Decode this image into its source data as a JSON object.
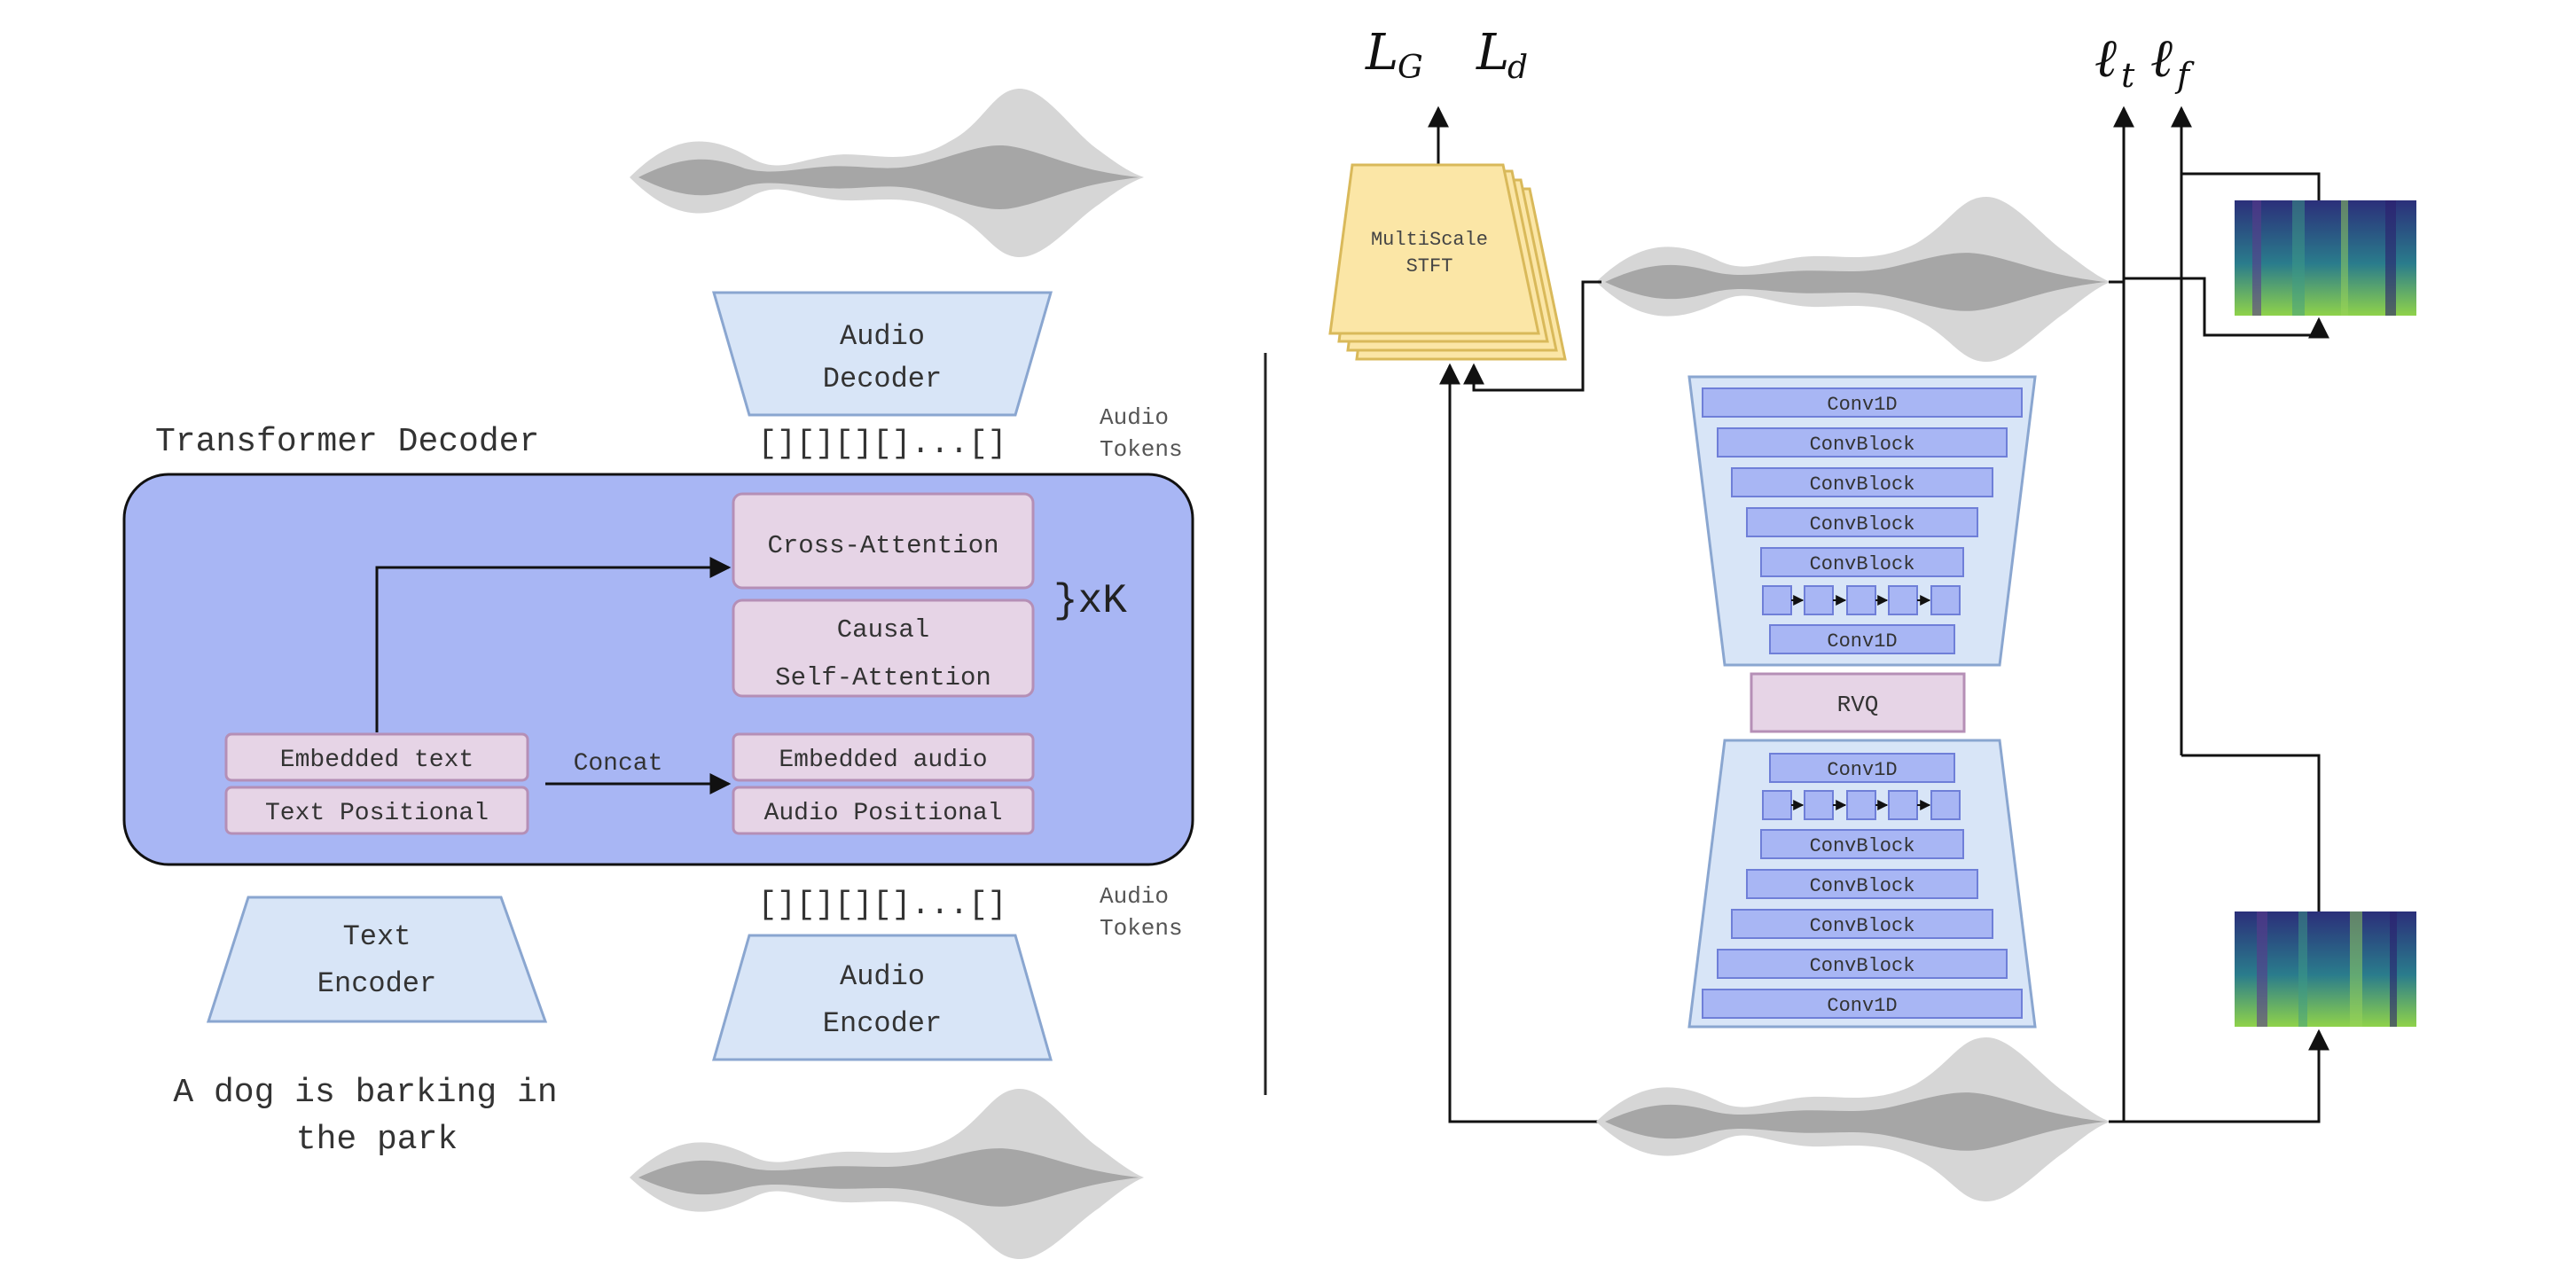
{
  "colors": {
    "transformer_fill": "#a8b6f4",
    "trap_fill": "#d8e5f7",
    "trap_stroke": "#8aa6d0",
    "attn_fill": "#e6d4e6",
    "attn_stroke": "#b58fb6",
    "convblock_fill": "#a8b6f4",
    "convblock_stroke": "#6f7fd8",
    "stft_fill": "#fbe6a6",
    "stft_stroke": "#d9b95a",
    "wave_light": "#d6d6d6",
    "wave_dark": "#9a9a9a",
    "line": "#111111"
  },
  "left": {
    "transformer_title": "Transformer Decoder",
    "cross_attention": "Cross-Attention",
    "causal_line1": "Causal",
    "causal_line2": "Self-Attention",
    "repeat": "}xK",
    "embedded_text": "Embedded text",
    "text_positional": "Text Positional",
    "concat": "Concat",
    "embedded_audio": "Embedded audio",
    "audio_positional": "Audio Positional",
    "audio_decoder_line1": "Audio",
    "audio_decoder_line2": "Decoder",
    "audio_encoder_line1": "Audio",
    "audio_encoder_line2": "Encoder",
    "text_encoder_line1": "Text",
    "text_encoder_line2": "Encoder",
    "tokens_top": "[][][][]...[]",
    "tokens_bottom": "[][][][]...[]",
    "audio_tokens_label_1": "Audio",
    "audio_tokens_label_2": "Tokens",
    "prompt_line1": "A dog is barking in",
    "prompt_line2": "the park"
  },
  "right": {
    "loss_g_main": "L",
    "loss_g_sub": "G",
    "loss_d_main": "L",
    "loss_d_sub": "d",
    "loss_t_main": "ℓ",
    "loss_t_sub": "t",
    "loss_f_main": "ℓ",
    "loss_f_sub": "f",
    "stft_line1": "MultiScale",
    "stft_line2": "STFT",
    "decoder_blocks": [
      "Conv1D",
      "ConvBlock",
      "ConvBlock",
      "ConvBlock",
      "ConvBlock"
    ],
    "decoder_last": "Conv1D",
    "rvq": "RVQ",
    "encoder_first": "Conv1D",
    "encoder_blocks": [
      "ConvBlock",
      "ConvBlock",
      "ConvBlock",
      "ConvBlock",
      "Conv1D"
    ]
  }
}
